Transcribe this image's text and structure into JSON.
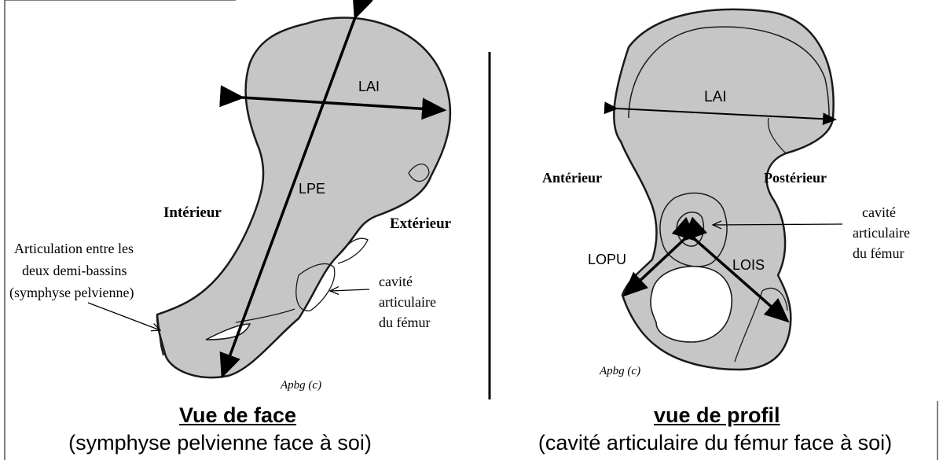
{
  "colors": {
    "bone_fill": "#c6c6c6",
    "outline": "#1a1a1a",
    "background": "#ffffff"
  },
  "face_view": {
    "measure_labels": {
      "lai": "LAI",
      "lpe": "LPE"
    },
    "orientation": {
      "interior": "Intérieur",
      "exterior": "Extérieur"
    },
    "annotation_symphysis": [
      "Articulation entre les",
      "deux demi-bassins",
      "(symphyse pelvienne)"
    ],
    "annotation_cavity": [
      "cavité",
      "articulaire",
      "du fémur"
    ],
    "credit": "Apbg (c)",
    "caption_title": "Vue de face",
    "caption_sub": "(symphyse pelvienne face à soi)"
  },
  "profile_view": {
    "measure_labels": {
      "lai": "LAI",
      "lopu": "LOPU",
      "lois": "LOIS"
    },
    "orientation": {
      "anterior": "Antérieur",
      "posterior": "Postérieur"
    },
    "annotation_cavity": [
      "cavité",
      "articulaire",
      "du fémur"
    ],
    "credit": "Apbg (c)",
    "caption_title": "vue de profil",
    "caption_sub": "(cavité articulaire du fémur face à soi)"
  }
}
